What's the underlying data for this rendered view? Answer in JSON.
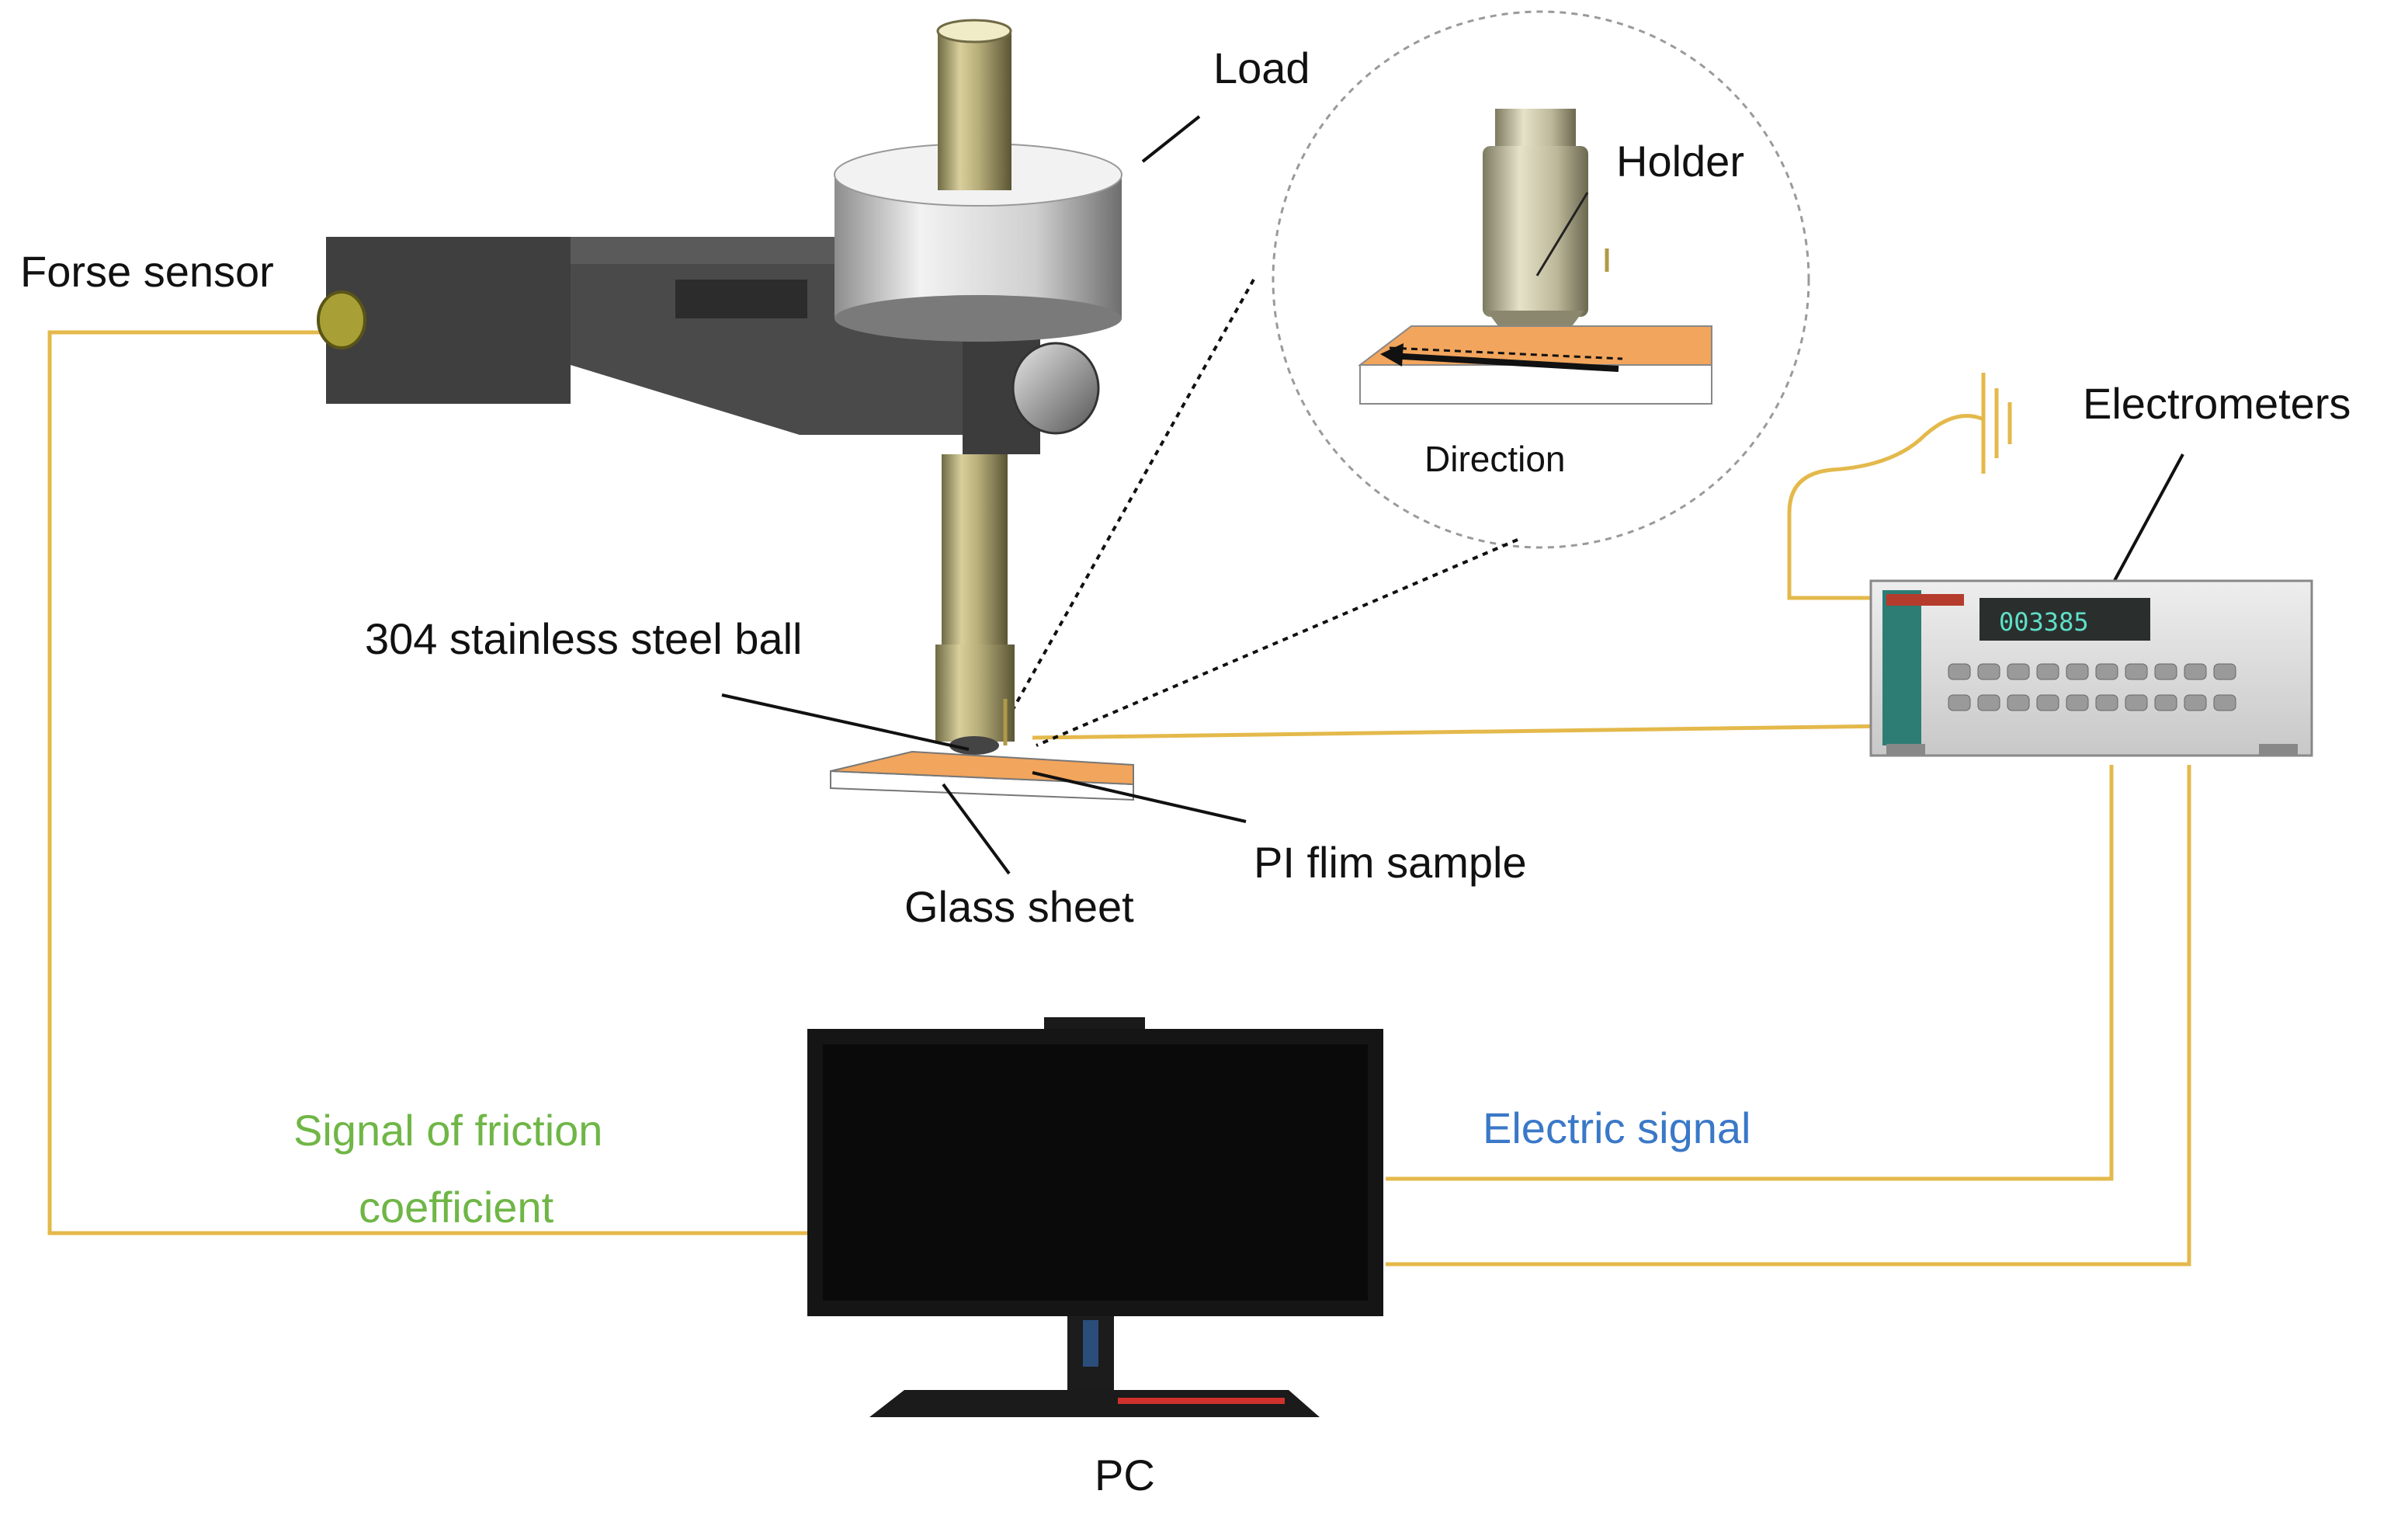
{
  "labels": {
    "load": "Load",
    "holder": "Holder",
    "forse_sensor": "Forse sensor",
    "direction": "Direction",
    "electrometers": "Electrometers",
    "ball": "304 stainless steel ball",
    "pi_film": "PI flim sample",
    "glass_sheet": "Glass sheet",
    "signal_friction_line1": "Signal of friction",
    "signal_friction_line2": "coefficient",
    "electric_signal": "Electric signal",
    "pc": "PC"
  },
  "electrometer_display": "003385",
  "colors": {
    "wire": "#e4b94b",
    "friction_signal_text": "#6fb646",
    "electric_signal_text": "#3a78c8",
    "sample": "#f2a55c",
    "rod": "#b2a876",
    "arm": "#4a4a4a",
    "load_disc": "#cfcfcf",
    "monitor": "#151515",
    "electrometer_body": "#d9d9d9",
    "display_text": "#5fe0c8"
  }
}
